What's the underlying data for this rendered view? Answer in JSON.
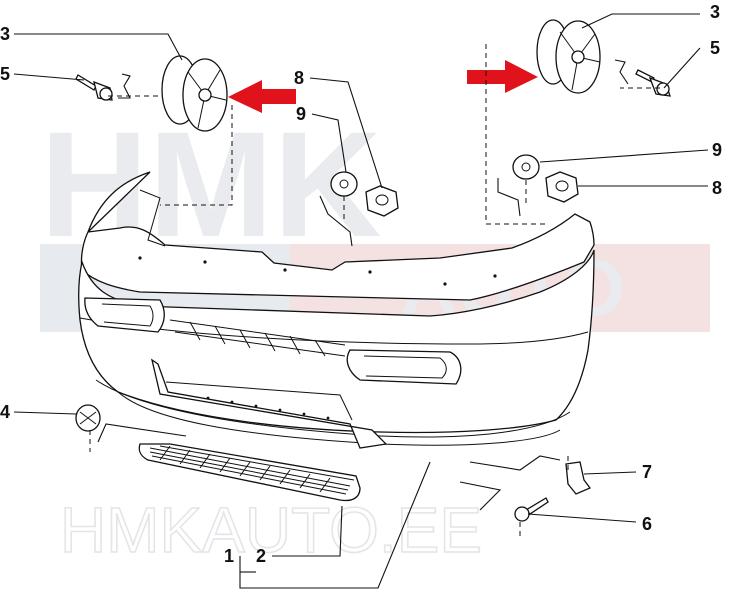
{
  "watermark": {
    "logo_text": "HMK",
    "sub_text": "AUTO",
    "bottom_text": "HMKAUTO.EE"
  },
  "colors": {
    "arrow": "#e0121b",
    "line": "#111111",
    "watermark": "#e9ebee"
  },
  "callouts": {
    "c1": "1",
    "c2": "2",
    "c3_left": "3",
    "c3_right": "3",
    "c4": "4",
    "c5_left": "5",
    "c5_right": "5",
    "c6": "6",
    "c7": "7",
    "c8_left": "8",
    "c8_right": "8",
    "c9_left": "9",
    "c9_right": "9"
  }
}
